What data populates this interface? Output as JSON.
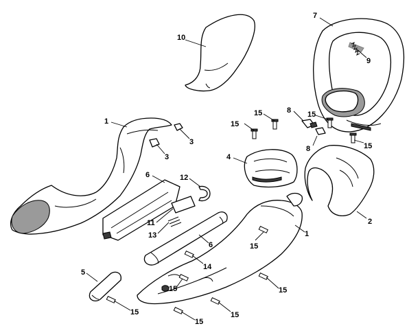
{
  "callouts": [
    {
      "id": "c10a",
      "text": "10"
    },
    {
      "id": "c7a",
      "text": "7"
    },
    {
      "id": "c9a",
      "text": "9"
    },
    {
      "id": "c1a",
      "text": "1"
    },
    {
      "id": "c3a",
      "text": "3"
    },
    {
      "id": "c3b",
      "text": "3"
    },
    {
      "id": "c15a",
      "text": "15"
    },
    {
      "id": "c15b",
      "text": "15"
    },
    {
      "id": "c8a",
      "text": "8"
    },
    {
      "id": "c15c",
      "text": "15"
    },
    {
      "id": "c8b",
      "text": "8"
    },
    {
      "id": "c15d",
      "text": "15"
    },
    {
      "id": "c4a",
      "text": "4"
    },
    {
      "id": "c6a",
      "text": "6"
    },
    {
      "id": "c12a",
      "text": "12"
    },
    {
      "id": "c2a",
      "text": "2"
    },
    {
      "id": "c11a",
      "text": "11"
    },
    {
      "id": "c13a",
      "text": "13"
    },
    {
      "id": "c1b",
      "text": "1"
    },
    {
      "id": "c6b",
      "text": "6"
    },
    {
      "id": "c15e",
      "text": "15"
    },
    {
      "id": "c14a",
      "text": "14"
    },
    {
      "id": "c5a",
      "text": "5"
    },
    {
      "id": "c15f",
      "text": "15"
    },
    {
      "id": "c15g",
      "text": "15"
    },
    {
      "id": "c15h",
      "text": "15"
    },
    {
      "id": "c15i",
      "text": "15"
    },
    {
      "id": "c15j",
      "text": "15"
    }
  ]
}
